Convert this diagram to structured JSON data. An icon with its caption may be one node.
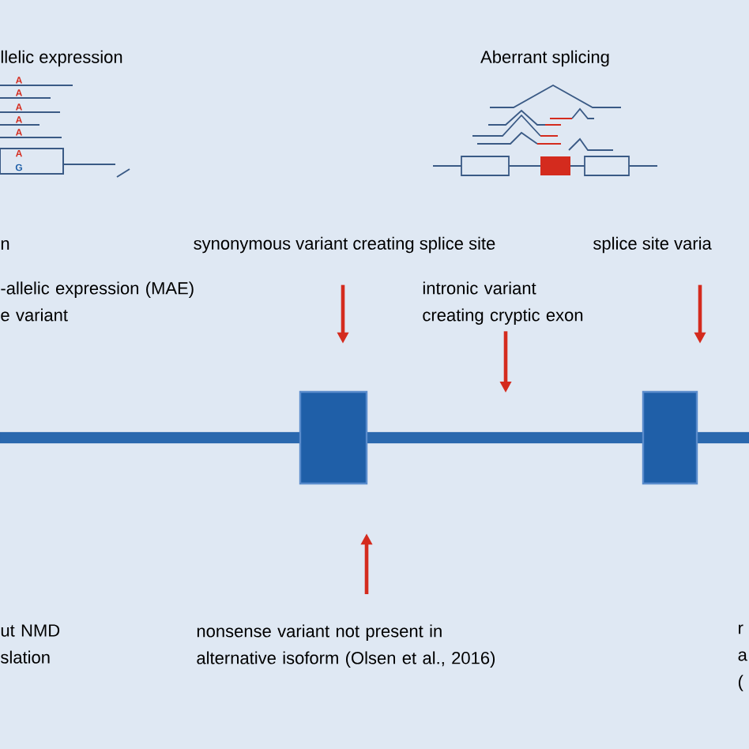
{
  "diagram": {
    "nodes": [
      {
        "text": [
          "synonymous variant creating splice site"
        ]
      },
      {
        "text": [
          "intronic variant creating cryptic exon"
        ]
      },
      {
        "text": [
          "splice site varia"
        ]
      },
      {
        "text": [],
        "shape": "bar"
      },
      {
        "text": [],
        "shape": "box"
      },
      {
        "text": [],
        "shape": "box"
      },
      {
        "text": [
          "nonsense variant not present in alternative isoform (Olsen et al., 2016)"
        ]
      }
    ],
    "edges": [
      {
        "from": 0,
        "to": 4,
        "arrow": "to"
      },
      {
        "from": 1,
        "to": 3,
        "arrow": "to"
      },
      {
        "from": 2,
        "to": 5,
        "arrow": "to"
      },
      {
        "from": 6,
        "to": 4,
        "arrow": "to"
      }
    ],
    "labels": [
      "llelic expression",
      "Aberrant splicing",
      "A",
      "A",
      "A",
      "A",
      "A",
      "A",
      "G",
      "n",
      "-allelic expression (MAE) e variant",
      "ut NMD slation",
      "r a ("
    ]
  }
}
